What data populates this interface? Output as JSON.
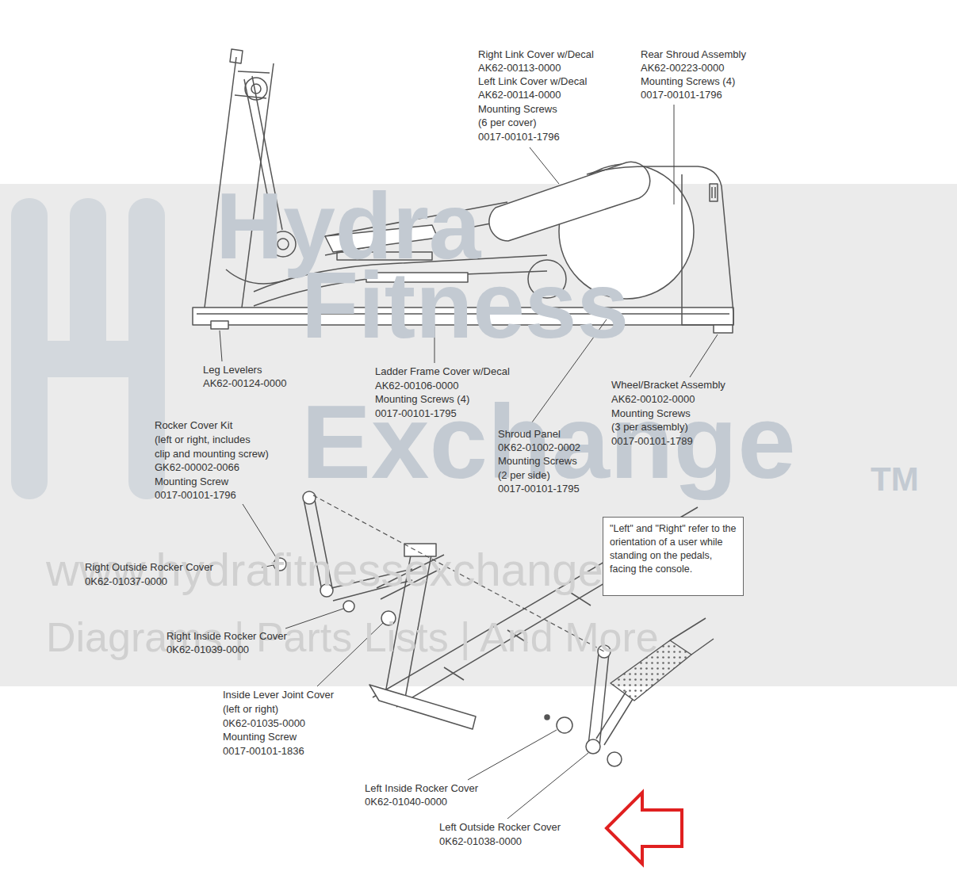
{
  "diagram": {
    "nodes": [
      {
        "text": [
          "\"Left\" and \"Right\" refer to the orientation of a user while standing on the pedals, facing the console."
        ]
      }
    ],
    "labels": [
      "Right Link Cover w/Decal",
      "AK62-00113-0000",
      "Left Link Cover w/Decal",
      "AK62-00114-0000",
      "Mounting Screws",
      "(6 per cover)",
      "0017-00101-1796",
      "Rear Shroud Assembly",
      "AK62-00223-0000",
      "Mounting Screws (4)",
      "0017-00101-1796",
      "Hydra",
      "Fitness",
      "Exchange",
      "TM",
      "www.hydrafitnessexchange.com",
      "Diagrams | Parts Lists | And More",
      "Leg Levelers",
      "AK62-00124-0000",
      "Ladder Frame Cover w/Decal",
      "AK62-00106-0000",
      "Mounting Screws (4)",
      "0017-00101-1795",
      "Wheel/Bracket Assembly",
      "AK62-00102-0000",
      "Mounting Screws",
      "(3 per assembly)",
      "0017-00101-1789",
      "Rocker Cover Kit",
      "(left or right, includes",
      "clip and mounting screw)",
      "GK62-00002-0066",
      "Mounting Screw",
      "0017-00101-1796",
      "Shroud Panel",
      "0K62-01002-0002",
      "Mounting Screws",
      "(2 per side)",
      "0017-00101-1795",
      "Right Outside Rocker Cover",
      "0K62-01037-0000",
      "Right Inside Rocker Cover",
      "0K62-01039-0000",
      "Inside Lever Joint Cover",
      "(left or right)",
      "0K62-01035-0000",
      "Mounting Screw",
      "0017-00101-1836",
      "Left Inside Rocker Cover",
      "0K62-01040-0000",
      "Left Outside Rocker Cover",
      "0K62-01038-0000"
    ]
  }
}
